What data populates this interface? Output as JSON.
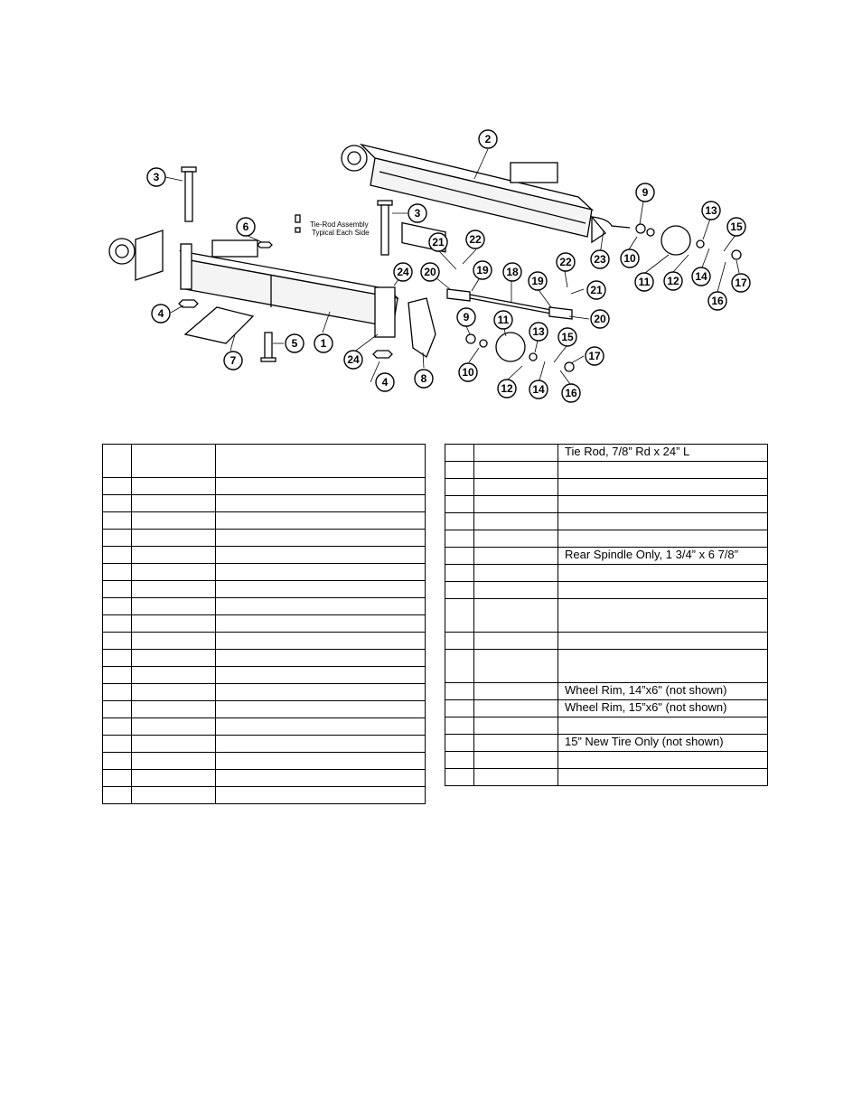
{
  "diagram": {
    "note_lines": [
      "Tie-Rod Assembly",
      "Typical Each Side"
    ],
    "callouts": [
      "1",
      "2",
      "3",
      "3",
      "4",
      "4",
      "5",
      "6",
      "7",
      "8",
      "9",
      "9",
      "10",
      "10",
      "11",
      "11",
      "12",
      "12",
      "13",
      "13",
      "14",
      "14",
      "15",
      "15",
      "16",
      "16",
      "17",
      "17",
      "18",
      "19",
      "19",
      "20",
      "20",
      "21",
      "21",
      "22",
      "22",
      "23",
      "24",
      "24"
    ]
  },
  "tables": {
    "left": {
      "rows": [
        [
          "",
          "",
          ""
        ],
        [
          "",
          "",
          ""
        ],
        [
          "",
          "",
          ""
        ],
        [
          "",
          "",
          ""
        ],
        [
          "",
          "",
          ""
        ],
        [
          "",
          "",
          ""
        ],
        [
          "",
          "",
          ""
        ],
        [
          "",
          "",
          ""
        ],
        [
          "",
          "",
          ""
        ],
        [
          "",
          "",
          ""
        ],
        [
          "",
          "",
          ""
        ],
        [
          "",
          "",
          ""
        ],
        [
          "",
          "",
          ""
        ],
        [
          "",
          "",
          ""
        ],
        [
          "",
          "",
          ""
        ],
        [
          "",
          "",
          ""
        ],
        [
          "",
          "",
          ""
        ],
        [
          "",
          "",
          ""
        ],
        [
          "",
          "",
          ""
        ],
        [
          "",
          "",
          ""
        ]
      ]
    },
    "right": {
      "rows": [
        [
          "",
          "",
          "Tie Rod, 7/8” Rd x 24” L"
        ],
        [
          "",
          "",
          ""
        ],
        [
          "",
          "",
          ""
        ],
        [
          "",
          "",
          ""
        ],
        [
          "",
          "",
          ""
        ],
        [
          "",
          "",
          ""
        ],
        [
          "",
          "",
          "Rear Spindle Only, 1 3/4” x 6 7/8”"
        ],
        [
          "",
          "",
          ""
        ],
        [
          "",
          "",
          ""
        ],
        [
          "",
          "",
          ""
        ],
        [
          "",
          "",
          ""
        ],
        [
          "",
          "",
          ""
        ],
        [
          "",
          "",
          "Wheel Rim, 14”x6\" (not shown)"
        ],
        [
          "",
          "",
          "Wheel Rim, 15”x6\" (not shown)"
        ],
        [
          "",
          "",
          ""
        ],
        [
          "",
          "",
          "15” New Tire Only (not shown)"
        ],
        [
          "",
          "",
          ""
        ],
        [
          "",
          "",
          ""
        ]
      ]
    }
  }
}
